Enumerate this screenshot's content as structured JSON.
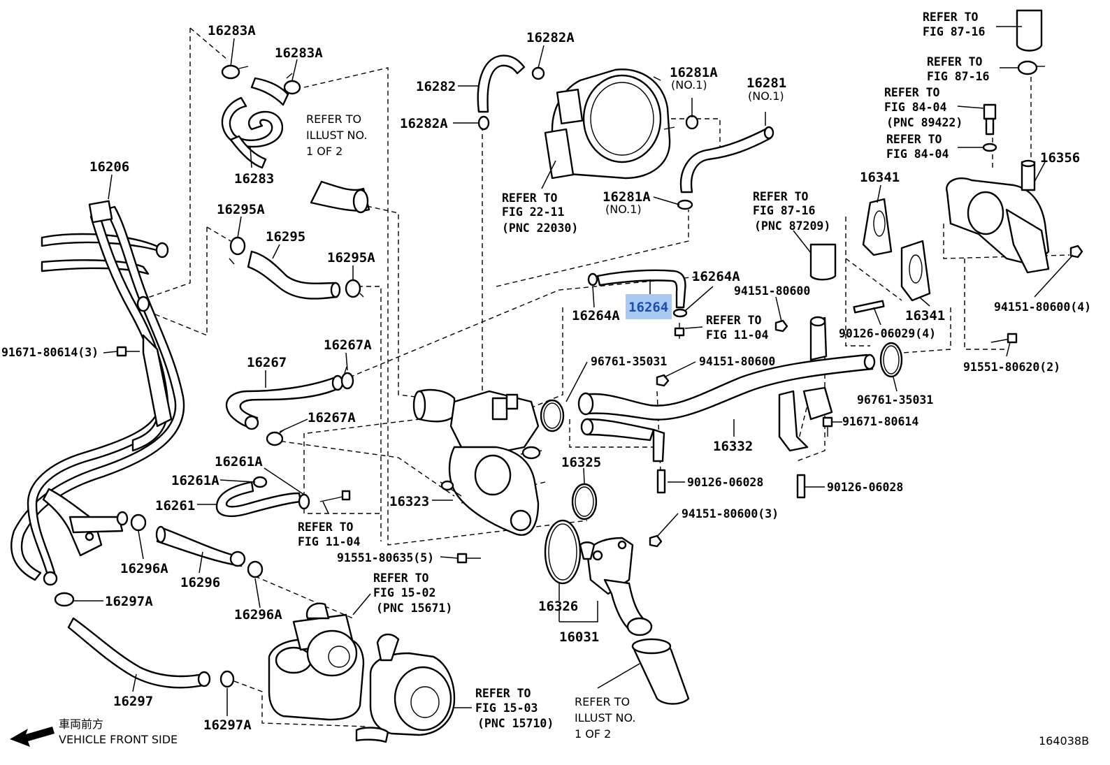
{
  "labels": {
    "p16283A_top": "16283A",
    "p16283A_mid": "16283A",
    "p16283": "16283",
    "p16206": "16206",
    "p16295A_a": "16295A",
    "p16295": "16295",
    "p16295A_b": "16295A",
    "p16267": "16267",
    "p16267A_a": "16267A",
    "p16267A_b": "16267A",
    "p16261A_a": "16261A",
    "p16261A_b": "16261A",
    "p16261": "16261",
    "p16296A_a": "16296A",
    "p16296": "16296",
    "p16296A_b": "16296A",
    "p16297A_a": "16297A",
    "p16297": "16297",
    "p16297A_b": "16297A",
    "p91671_80614_3": "91671-80614(3)",
    "p16282A_top": "16282A",
    "p16282": "16282",
    "p16282A_mid": "16282A",
    "p16281A_top": "16281A",
    "p16281A_top_sub": "(NO.1)",
    "p16281": "16281",
    "p16281_sub": "(NO.1)",
    "p16281A_bot": "16281A",
    "p16281A_bot_sub": "(NO.1)",
    "p16264A_a": "16264A",
    "p16264": "16264",
    "p16264A_b": "16264A",
    "p94151_80600_a": "94151-80600",
    "p96761_35031_a": "96761-35031",
    "p94151_80600_b": "94151-80600",
    "p16323": "16323",
    "p16325": "16325",
    "p16332": "16332",
    "p90126_06028_a": "90126-06028",
    "p90126_06028_b": "90126-06028",
    "p91551_80635_5": "91551-80635(5)",
    "p94151_80600_3": "94151-80600(3)",
    "p16326": "16326",
    "p16031": "16031",
    "p16341_a": "16341",
    "p16341_b": "16341",
    "p16356": "16356",
    "p94151_80600_4": "94151-80600(4)",
    "p90126_06029_4": "90126-06029(4)",
    "p91551_80620_2": "91551-80620(2)",
    "p96761_35031_b": "96761-35031",
    "p91671_80614": "91671-80614"
  },
  "refs": {
    "illust_1of2_top": [
      "REFER TO",
      "ILLUST NO.",
      "1 OF 2"
    ],
    "fig22_11": [
      "REFER TO",
      "FIG 22-11",
      "(PNC 22030)"
    ],
    "fig87_16_mid": [
      "REFER TO",
      "FIG 87-16",
      "(PNC 87209)"
    ],
    "fig11_04_right": [
      "REFER TO",
      "FIG 11-04"
    ],
    "fig11_04_left": [
      "REFER TO",
      "FIG 11-04"
    ],
    "fig15_02": [
      "REFER TO",
      "FIG 15-02",
      "(PNC 15671)"
    ],
    "fig15_03": [
      "REFER TO",
      "FIG 15-03",
      "(PNC 15710)"
    ],
    "illust_1of2_bot": [
      "REFER TO",
      "ILLUST NO.",
      "1 OF 2"
    ],
    "fig87_16_a": [
      "REFER TO",
      "FIG 87-16"
    ],
    "fig87_16_b": [
      "REFER TO",
      "FIG 87-16"
    ],
    "fig84_04_a": [
      "REFER TO",
      "FIG 84-04",
      "(PNC 89422)"
    ],
    "fig84_04_b": [
      "REFER TO",
      "FIG 84-04"
    ]
  },
  "footer": {
    "vehicle_front_jp": "車両前方",
    "vehicle_front_en": "VEHICLE FRONT SIDE",
    "diagram_id": "164038B"
  },
  "colors": {
    "highlight": "#a9c8f2",
    "highlight_text": "#1a4fb3",
    "line": "#000000"
  },
  "icons": {
    "front_arrow": "arrow-left-icon"
  }
}
